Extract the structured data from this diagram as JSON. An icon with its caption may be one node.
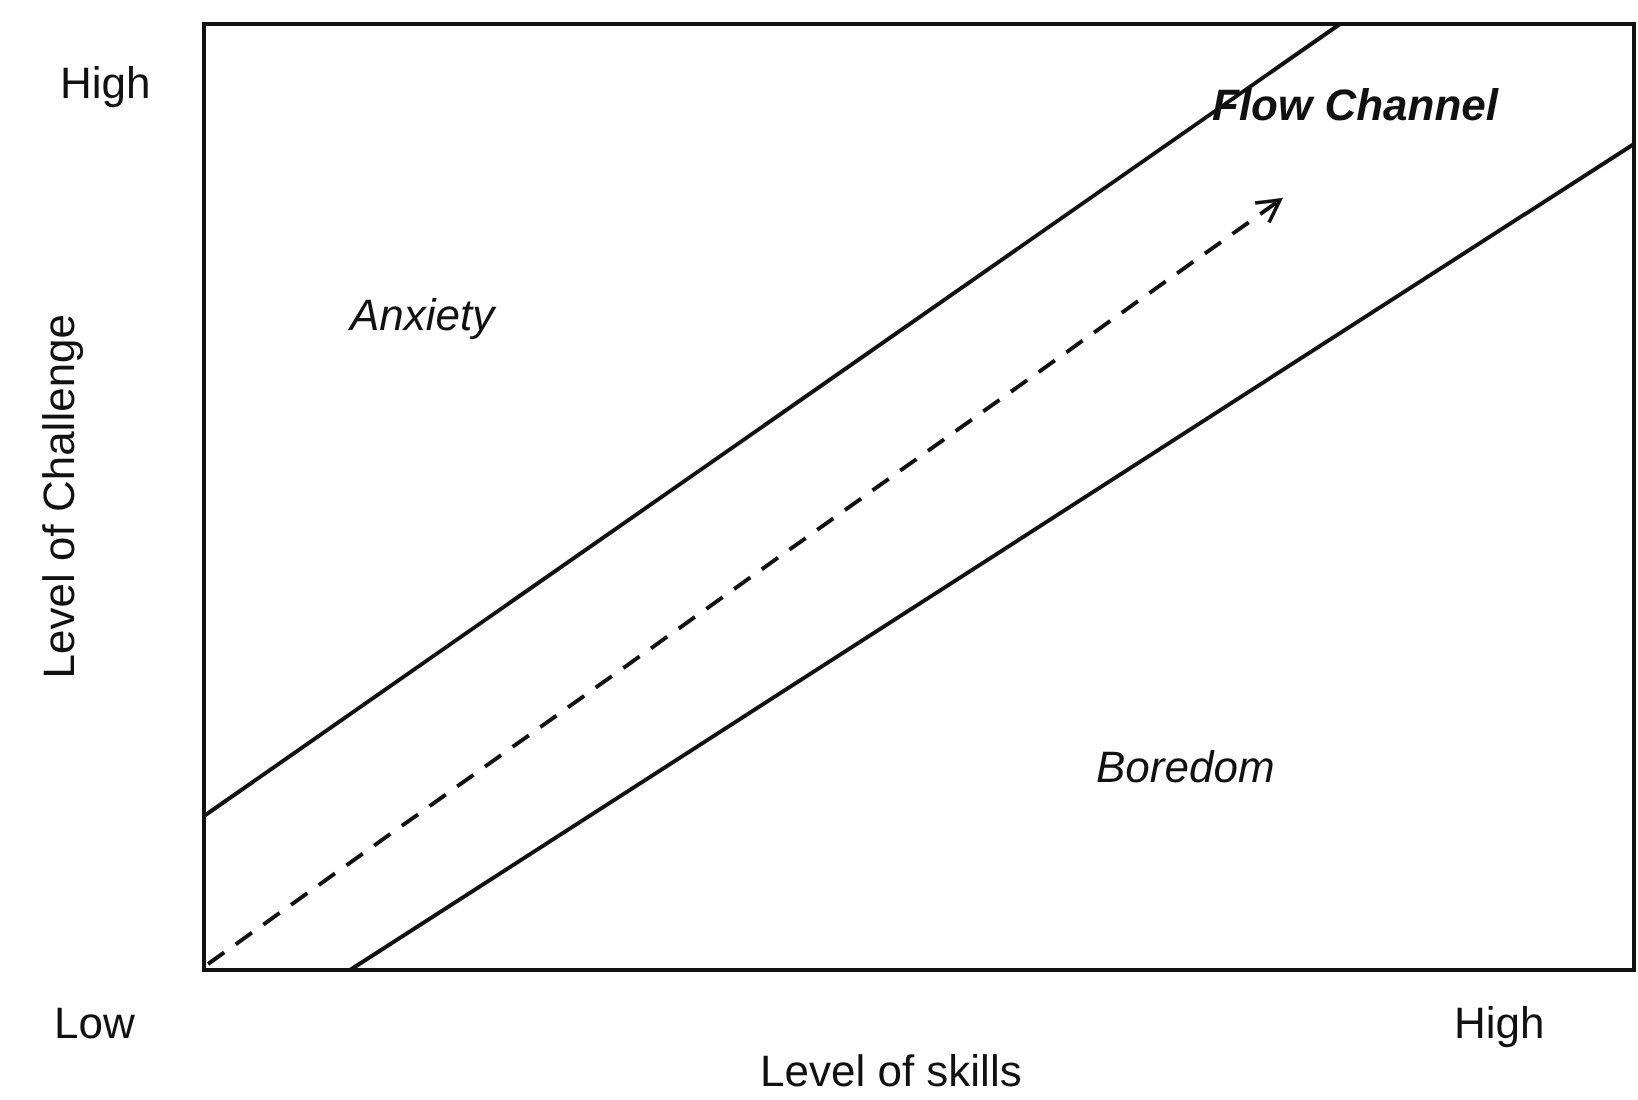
{
  "diagram": {
    "labels": [
      "High",
      "Flow Channel",
      "Anxiety",
      "Level of Challenge",
      "Boredom",
      "Low",
      "High",
      "Level of skills"
    ]
  }
}
